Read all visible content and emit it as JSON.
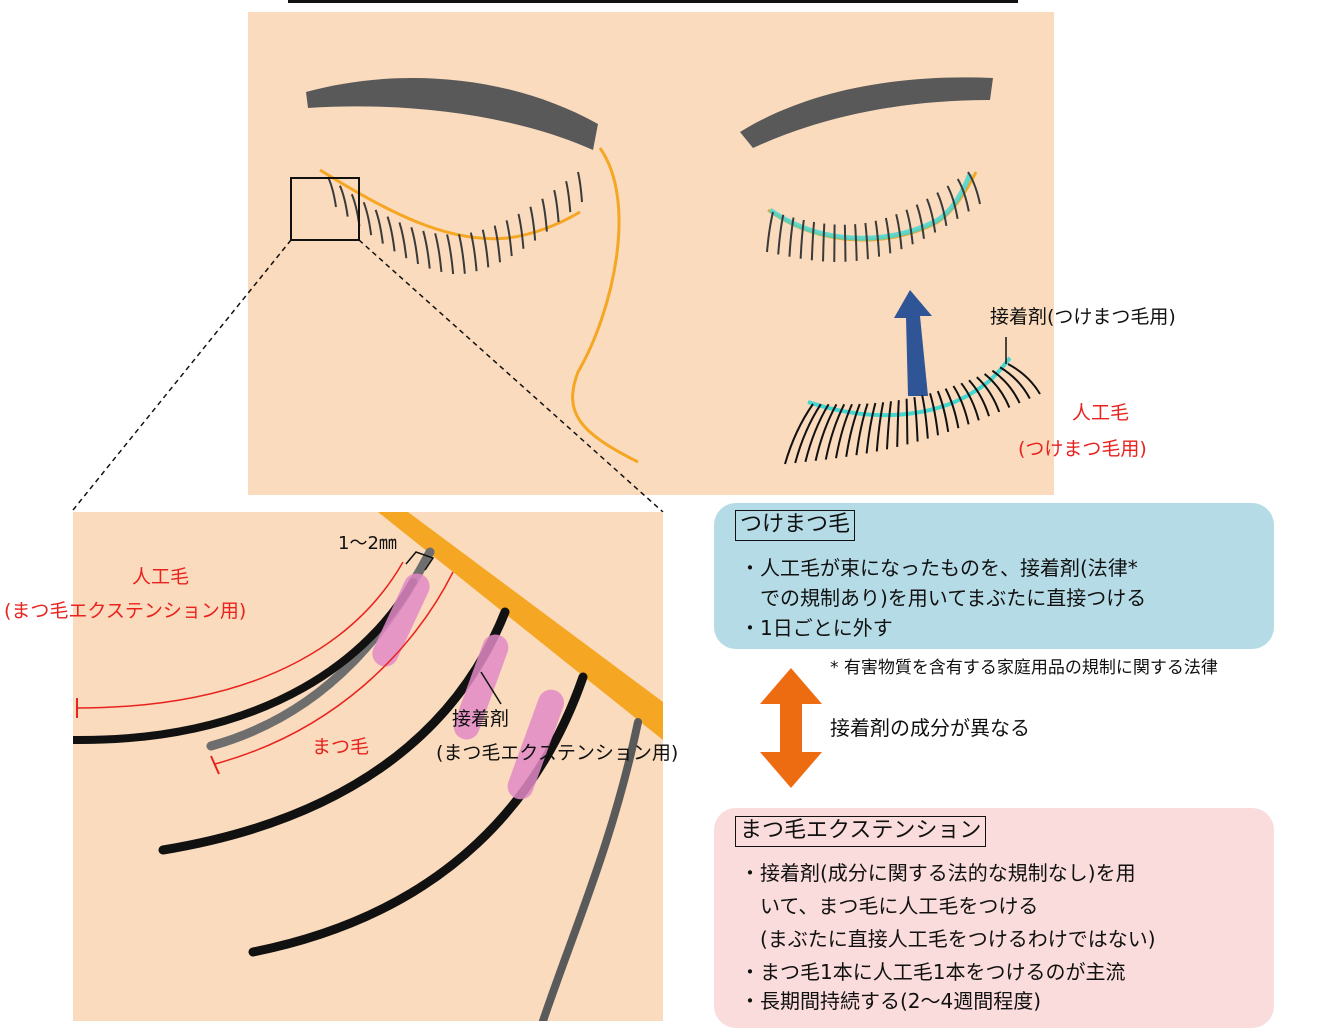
{
  "colors": {
    "skin": "#fadbbd",
    "brow": "#595959",
    "eyelid_line": "#f5a623",
    "glue_cyan": "#45d6d0",
    "glue_pink": "#e089c6",
    "arrow_blue": "#2f5597",
    "arrow_orange": "#ed6c12",
    "red": "#e8231e",
    "box_blue": "#b5dce6",
    "box_pink": "#fadcdc"
  },
  "top": {
    "glue_label": "接着剤(つけまつ毛用)",
    "artificial_hair_label_1": "人工毛",
    "artificial_hair_label_2": "(つけまつ毛用)"
  },
  "zoom": {
    "distance_label": "1〜2㎜",
    "artificial_hair_label_1": "人工毛",
    "artificial_hair_label_2": "(まつ毛エクステンション用)",
    "natural_lash_label": "まつ毛",
    "glue_label_1": "接着剤",
    "glue_label_2": "(まつ毛エクステンション用)"
  },
  "middle": {
    "difference_label": "接着剤の成分が異なる",
    "footnote": "* 有害物質を含有する家庭用品の規制に関する法律"
  },
  "false_lashes_box": {
    "title": "つけまつ毛",
    "lines": [
      "・人工毛が束になったものを、接着剤(法律*",
      "　での規制あり)を用いてまぶたに直接つける",
      "・1日ごとに外す"
    ]
  },
  "extension_box": {
    "title": "まつ毛エクステンション",
    "lines": [
      "・接着剤(成分に関する法的な規制なし)を用",
      "　いて、まつ毛に人工毛をつける",
      "　(まぶたに直接人工毛をつけるわけではない)",
      "・まつ毛1本に人工毛1本をつけるのが主流",
      "・長期間持続する(2〜4週間程度)"
    ]
  }
}
